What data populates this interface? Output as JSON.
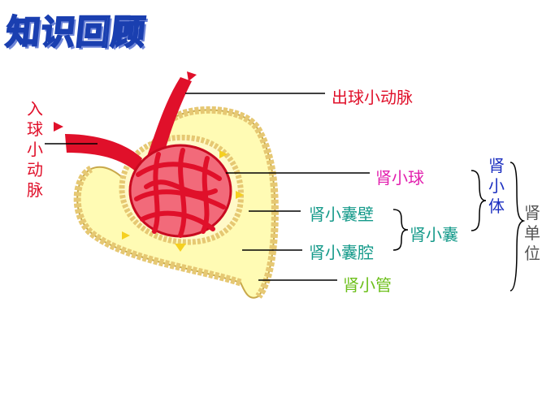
{
  "title": "知识回顾",
  "labels": {
    "efferent_arteriole": "出球小动脉",
    "afferent_arteriole": "入球小动脉",
    "glomerulus": "肾小球",
    "capsule_wall": "肾小囊壁",
    "capsule_cavity": "肾小囊腔",
    "capsule": "肾小囊",
    "tubule": "肾小管",
    "renal_corpuscle": "肾小体",
    "nephron": "肾单位"
  },
  "colors": {
    "title_stroke": "#1a3fb0",
    "vessel": "#e0102a",
    "glomerulus_label": "#e21fae",
    "capsule_label": "#159a8a",
    "tubule_label": "#6cbf1a",
    "corpuscle_label": "#1c2fc0",
    "nephron_label": "#555555",
    "capsule_fill": "#fffbb4",
    "capsule_cells": "#e6c873"
  }
}
